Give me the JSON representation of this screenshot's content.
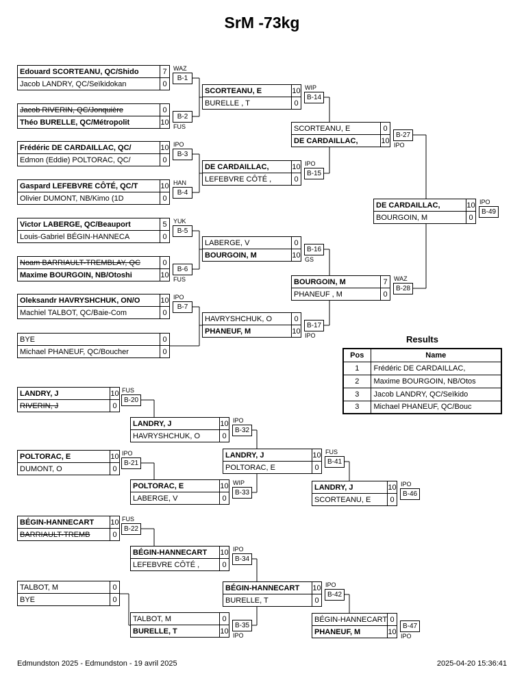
{
  "page": {
    "title": "SrM -73kg",
    "footer_left": "Edmundston 2025 - Edmundston - 19 avril 2025",
    "footer_right": "2025-04-20 15:36:41"
  },
  "results": {
    "title": "Results",
    "col_pos": "Pos",
    "col_name": "Name",
    "rows": [
      {
        "pos": "1",
        "name": "Frédéric DE CARDAILLAC,"
      },
      {
        "pos": "2",
        "name": "Maxime BOURGOIN, NB/Otos"
      },
      {
        "pos": "3",
        "name": "Jacob LANDRY, QC/Seïkido"
      },
      {
        "pos": "3",
        "name": "Michael PHANEUF, QC/Bouc"
      }
    ]
  },
  "matches": {
    "b1": {
      "code": "B-1",
      "lt": "WAZ",
      "p1": "Edouard SCORTEANU, QC/Shido",
      "s1": "7",
      "p1c": "win",
      "p2": "Jacob LANDRY, QC/Seïkidokan",
      "s2": "0",
      "p2c": ""
    },
    "b2": {
      "code": "B-2",
      "lb": "FUS",
      "p1": "Jacob RIVERIN, QC/Jonquière",
      "s1": "0",
      "p1c": "out",
      "p2": "Théo BURELLE, QC/Métropolit",
      "s2": "10",
      "p2c": "win"
    },
    "b3": {
      "code": "B-3",
      "lt": "IPO",
      "p1": "Frédéric DE CARDAILLAC, QC/",
      "s1": "10",
      "p1c": "win",
      "p2": "Edmon (Eddie) POLTORAC, QC/",
      "s2": "0",
      "p2c": ""
    },
    "b4": {
      "code": "B-4",
      "lt": "HAN",
      "p1": "Gaspard LEFEBVRE CÔTÉ, QC/T",
      "s1": "10",
      "p1c": "win",
      "p2": "Olivier DUMONT, NB/Kimo (1D",
      "s2": "0",
      "p2c": ""
    },
    "b5": {
      "code": "B-5",
      "lt": "YUK",
      "p1": "Victor LABERGE, QC/Beauport",
      "s1": "5",
      "p1c": "win",
      "p2": "Louis-Gabriel BÉGIN-HANNECA",
      "s2": "0",
      "p2c": ""
    },
    "b6": {
      "code": "B-6",
      "lb": "FUS",
      "p1": "Noam BARRIAULT-TREMBLAY, QC",
      "s1": "0",
      "p1c": "out",
      "p2": "Maxime BOURGOIN, NB/Otoshi",
      "s2": "10",
      "p2c": "win"
    },
    "b7": {
      "code": "B-7",
      "lt": "IPO",
      "p1": "Oleksandr HAVRYSHCHUK, ON/O",
      "s1": "10",
      "p1c": "win",
      "p2": "Machiel TALBOT, QC/Baie-Com",
      "s2": "0",
      "p2c": ""
    },
    "b8": {
      "p1": "BYE",
      "s1": "0",
      "p1c": "",
      "p2": "Michael PHANEUF, QC/Boucher",
      "s2": "0",
      "p2c": ""
    },
    "b14": {
      "code": "B-14",
      "lt": "WIP",
      "p1": "SCORTEANU, E",
      "s1": "10",
      "p1c": "win",
      "p2": "BURELLE , T",
      "s2": "0",
      "p2c": ""
    },
    "b15": {
      "code": "B-15",
      "lt": "IPO",
      "p1": "DE CARDAILLAC,",
      "s1": "10",
      "p1c": "win",
      "p2": "LEFEBVRE CÔTÉ ,",
      "s2": "0",
      "p2c": ""
    },
    "b16": {
      "code": "B-16",
      "lb": "GS",
      "p1": "LABERGE, V",
      "s1": "0",
      "p1c": "",
      "p2": "BOURGOIN, M",
      "s2": "10",
      "p2c": "win"
    },
    "b17": {
      "code": "B-17",
      "lb": "IPO",
      "p1": "HAVRYSHCHUK, O",
      "s1": "0",
      "p1c": "",
      "p2": "PHANEUF, M",
      "s2": "10",
      "p2c": "win"
    },
    "b27": {
      "code": "B-27",
      "lb": "IPO",
      "p1": "SCORTEANU, E",
      "s1": "0",
      "p1c": "",
      "p2": "DE CARDAILLAC,",
      "s2": "10",
      "p2c": "win"
    },
    "b28": {
      "code": "B-28",
      "lt": "WAZ",
      "p1": "BOURGOIN, M",
      "s1": "7",
      "p1c": "win",
      "p2": "PHANEUF , M",
      "s2": "0",
      "p2c": ""
    },
    "b49": {
      "code": "B-49",
      "lt": "IPO",
      "p1": "DE CARDAILLAC,",
      "s1": "10",
      "p1c": "win",
      "p2": "BOURGOIN, M",
      "s2": "0",
      "p2c": ""
    },
    "b20": {
      "code": "B-20",
      "lt": "FUS",
      "p1": "LANDRY, J",
      "s1": "10",
      "p1c": "win",
      "p2": "RIVERIN, J",
      "s2": "0",
      "p2c": "out"
    },
    "b21": {
      "code": "B-21",
      "lt": "IPO",
      "p1": "POLTORAC, E",
      "s1": "10",
      "p1c": "win",
      "p2": "DUMONT, O",
      "s2": "0",
      "p2c": ""
    },
    "b22": {
      "code": "B-22",
      "lt": "FUS",
      "p1": "BÉGIN-HANNECART",
      "s1": "10",
      "p1c": "win",
      "p2": "BARRIAULT-TREMB",
      "s2": "0",
      "p2c": "out"
    },
    "bt": {
      "p1": "TALBOT, M",
      "s1": "0",
      "p1c": "",
      "p2": "BYE",
      "s2": "0",
      "p2c": ""
    },
    "b32": {
      "code": "B-32",
      "lt": "IPO",
      "p1": "LANDRY, J",
      "s1": "10",
      "p1c": "win",
      "p2": "HAVRYSHCHUK, O",
      "s2": "0",
      "p2c": ""
    },
    "b33": {
      "code": "B-33",
      "lt": "WIP",
      "p1": "POLTORAC, E",
      "s1": "10",
      "p1c": "win",
      "p2": "LABERGE, V",
      "s2": "0",
      "p2c": ""
    },
    "b34": {
      "code": "B-34",
      "lt": "IPO",
      "p1": "BÉGIN-HANNECART",
      "s1": "10",
      "p1c": "win",
      "p2": "LEFEBVRE CÔTÉ ,",
      "s2": "0",
      "p2c": ""
    },
    "b35": {
      "code": "B-35",
      "lb": "IPO",
      "p1": "TALBOT, M",
      "s1": "0",
      "p1c": "",
      "p2": "BURELLE, T",
      "s2": "10",
      "p2c": "win"
    },
    "b41": {
      "code": "B-41",
      "lt": "FUS",
      "p1": "LANDRY, J",
      "s1": "10",
      "p1c": "win",
      "p2": "POLTORAC, E",
      "s2": "0",
      "p2c": ""
    },
    "b42": {
      "code": "B-42",
      "lt": "IPO",
      "p1": "BÉGIN-HANNECART",
      "s1": "10",
      "p1c": "win",
      "p2": "BURELLE, T",
      "s2": "0",
      "p2c": ""
    },
    "b46": {
      "code": "B-46",
      "lt": "IPO",
      "p1": "LANDRY, J",
      "s1": "10",
      "p1c": "win",
      "p2": "SCORTEANU, E",
      "s2": "0",
      "p2c": ""
    },
    "b47": {
      "code": "B-47",
      "lb": "IPO",
      "p1": "BÉGIN-HANNECART",
      "s1": "0",
      "p1c": "",
      "p2": "PHANEUF, M",
      "s2": "10",
      "p2c": "win"
    }
  }
}
